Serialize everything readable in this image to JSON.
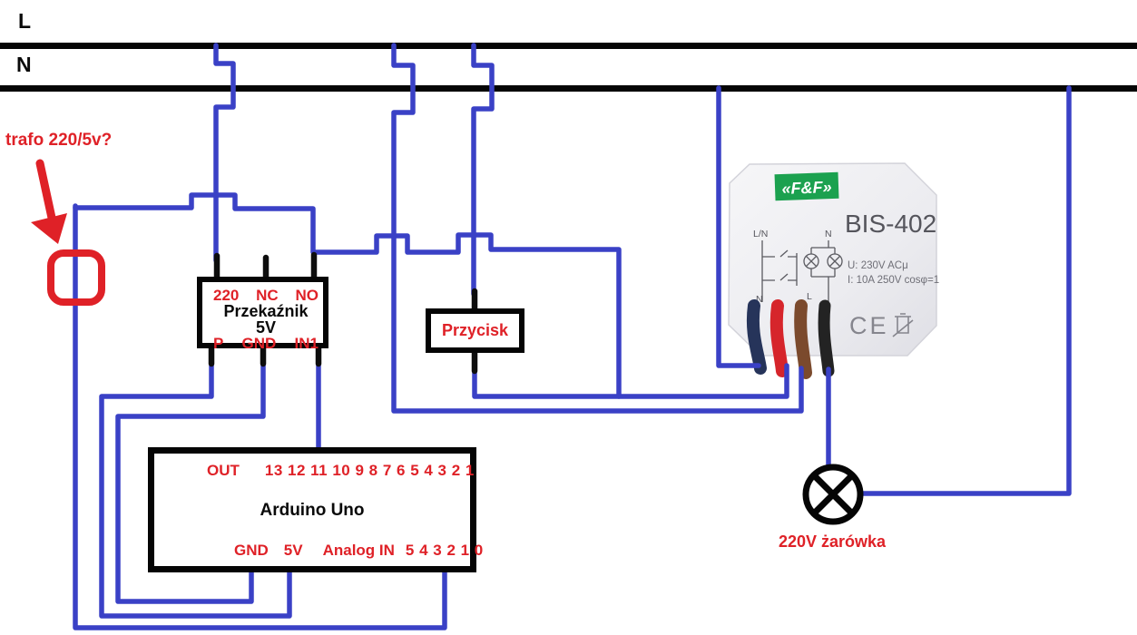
{
  "buses": {
    "live": "L",
    "neutral": "N"
  },
  "annotation": {
    "trafo_label": "trafo 220/5v?"
  },
  "relay": {
    "title": "Przekaźnik 5V",
    "terminals_top": [
      "220",
      "NC",
      "NO"
    ],
    "terminals_bottom": [
      "P",
      "GND",
      "IN1"
    ]
  },
  "button": {
    "label": "Przycisk"
  },
  "arduino": {
    "title": "Arduino Uno",
    "out": "OUT",
    "digital_pins": "13 12 11 10 9 8 7 6 5 4 3 2 1",
    "gnd": "GND",
    "five_v": "5V",
    "analog": "Analog IN",
    "analog_pins": "5 4 3 2 1 0"
  },
  "bis": {
    "brand": "«F&F»",
    "model": "BIS-402",
    "top_left": "L/N",
    "top_mid": "N",
    "spec1": "U: 230V ACμ",
    "spec2": "I: 10A 250V cosφ=1",
    "bottom_left": "N",
    "bottom_mid": "L",
    "ce": "CE"
  },
  "bulb": {
    "label": "220V żarówka"
  },
  "colors": {
    "wire": "#3a41c6",
    "annotation": "#df2127",
    "bus": "#050505",
    "module_green": "#1ba14f"
  }
}
